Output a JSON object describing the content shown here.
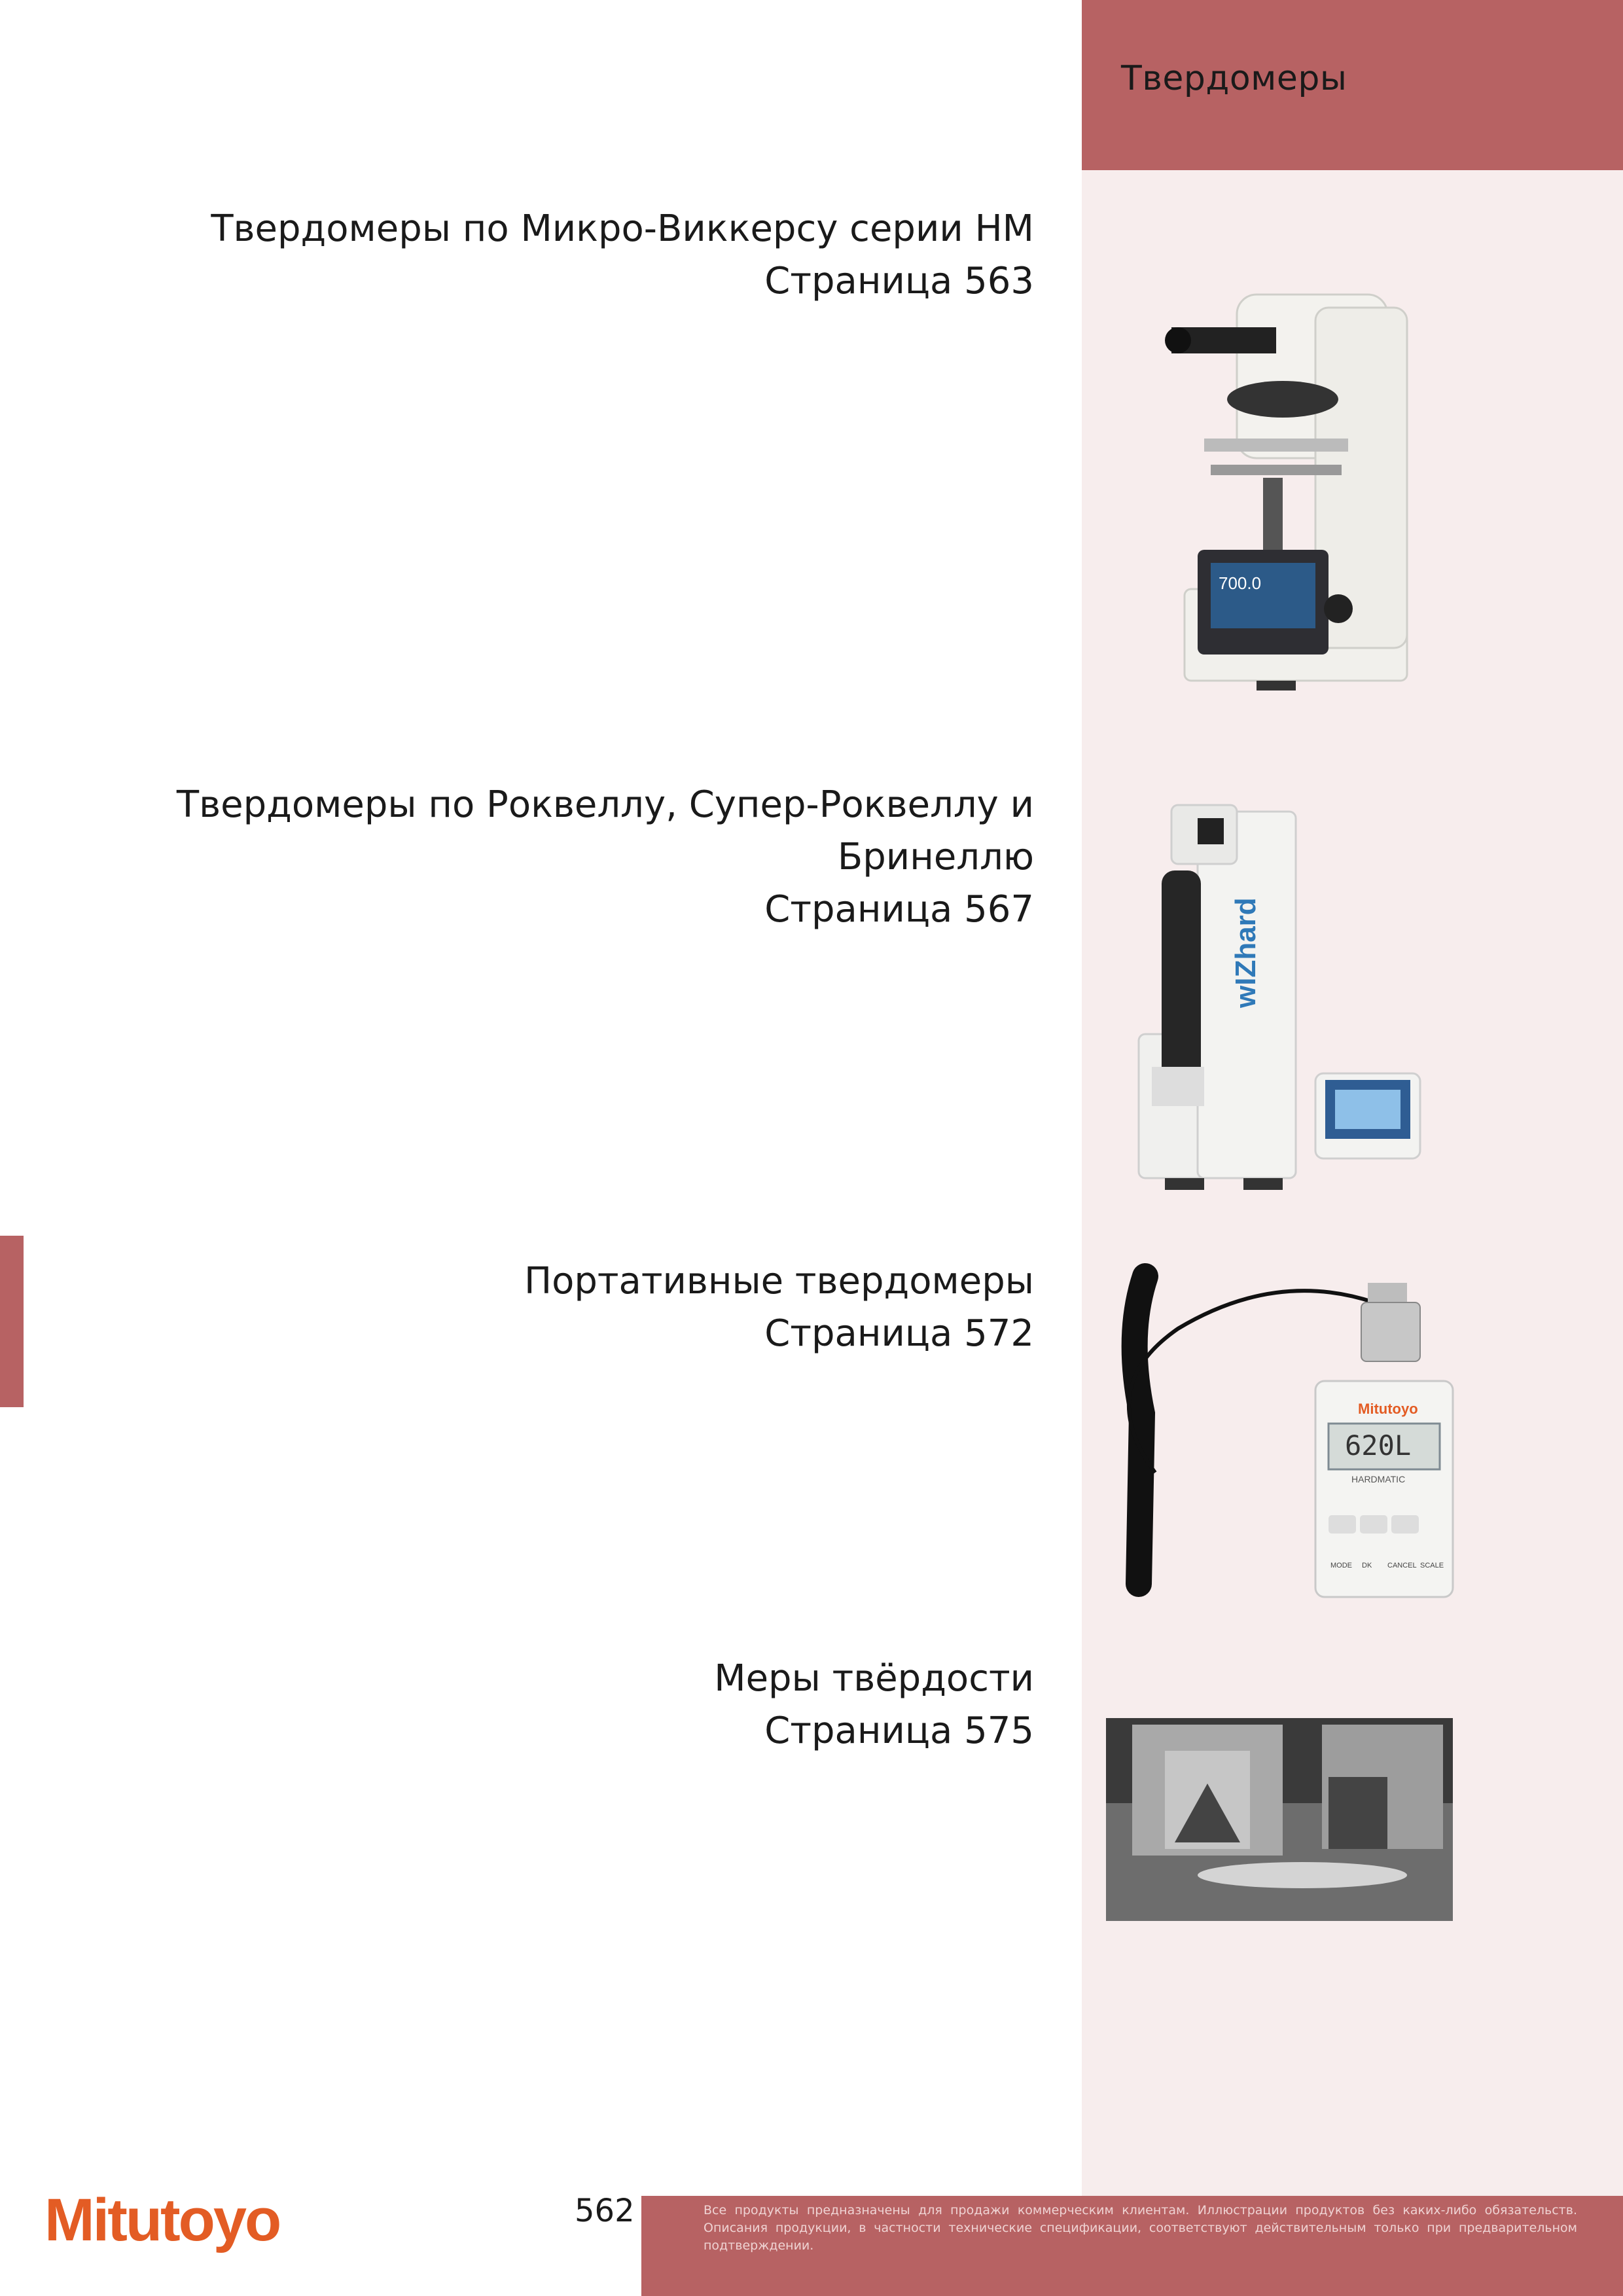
{
  "header": {
    "title": "Твердомеры"
  },
  "entries": [
    {
      "title": "Твердомеры по Микро-Виккерсу серии HM",
      "page": "Страница 563"
    },
    {
      "title": "Твердомеры по Роквеллу, Супер-Роквеллу и Бринеллю",
      "page": "Страница 567"
    },
    {
      "title": "Портативные твердомеры",
      "page": "Страница 572"
    },
    {
      "title": "Меры твёрдости",
      "page": "Страница 575"
    }
  ],
  "products": {
    "hm_display": "700.0",
    "wizhard_label": "wIZhard",
    "portable_display": "620L",
    "portable_brand": "Mitutoyo",
    "portable_model": "HARDMATIC",
    "keys": [
      "MODE",
      "DK",
      "CANCEL",
      "SCALE"
    ]
  },
  "footer": {
    "page_number": "562",
    "brand": "Mitutoyo",
    "note": "Все продукты предназначены для продажи коммерческим клиентам. Иллюстрации продуктов без каких-либо обязательств. Описания продукции, в частности технические спецификации, соответствуют действительным только при предварительном подтверждении."
  },
  "colors": {
    "accent": "#b76263",
    "panel": "#f7eded",
    "logo": "#e35c24"
  }
}
